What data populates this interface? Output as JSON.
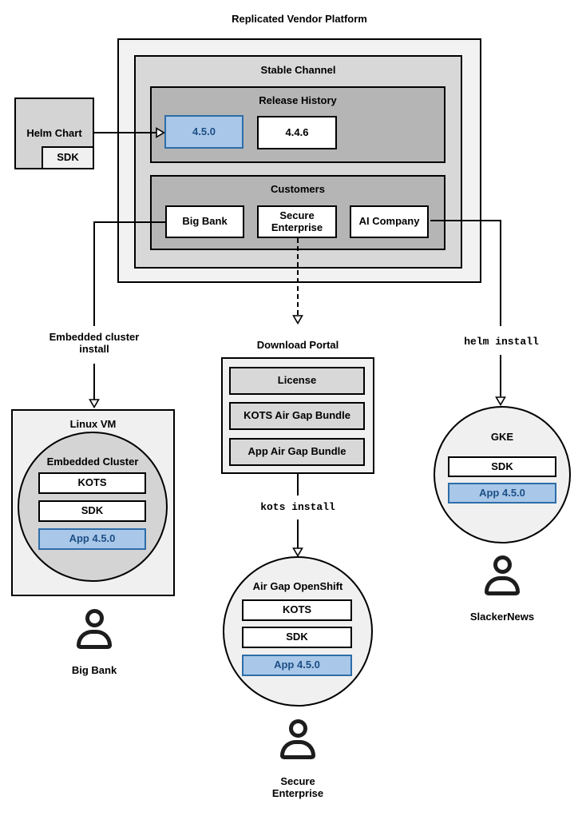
{
  "title": "Replicated Vendor Platform",
  "platform": {
    "stable_channel": "Stable Channel",
    "release_history": {
      "label": "Release History",
      "releases": [
        "4.5.0",
        "4.4.6"
      ]
    },
    "customers": {
      "label": "Customers",
      "items": [
        "Big Bank",
        "Secure Enterprise",
        "AI Company"
      ]
    }
  },
  "helm_chart": {
    "label": "Helm Chart",
    "sdk": "SDK"
  },
  "flows": {
    "big_bank": {
      "edge_label": "Embedded cluster install",
      "vm_label": "Linux VM",
      "cluster_label": "Embedded Cluster",
      "components": [
        "KOTS",
        "SDK",
        "App 4.5.0"
      ],
      "user": "Big Bank"
    },
    "secure_enterprise": {
      "portal_label": "Download Portal",
      "portal_items": [
        "License",
        "KOTS Air Gap Bundle",
        "App Air Gap Bundle"
      ],
      "command": "kots install",
      "cluster_label": "Air Gap OpenShift",
      "components": [
        "KOTS",
        "SDK",
        "App 4.5.0"
      ],
      "user": "Secure Enterprise"
    },
    "ai_company": {
      "command": "helm install",
      "cluster_label": "GKE",
      "components": [
        "SDK",
        "App 4.5.0"
      ],
      "user": "SlackerNews"
    }
  },
  "colors": {
    "highlight_fill": "#a9c7e8",
    "highlight_border": "#2d6da8",
    "highlight_text": "#1c4f87",
    "platform_bg": "#f2f2f2",
    "channel_bg": "#d8d8d8",
    "section_bg": "#b5b5b5"
  }
}
